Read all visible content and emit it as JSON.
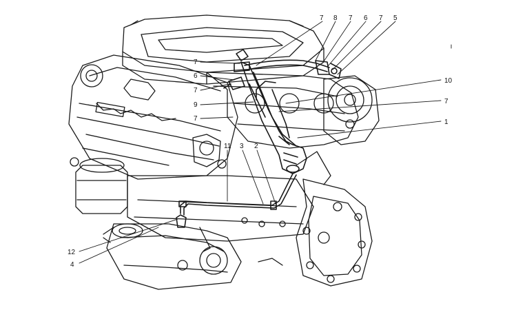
{
  "callouts": {
    "c7a": "7",
    "c8": "8",
    "c7b": "7",
    "c6a": "6",
    "c7c": "7",
    "c5": "5",
    "c10": "10",
    "c7d": "7",
    "c1": "1",
    "c7e": "7",
    "c6b": "6",
    "c7f": "7",
    "c9": "9",
    "c7g": "7",
    "c11": "11",
    "c3": "3",
    "c2": "2",
    "c12": "12",
    "c4": "4"
  }
}
